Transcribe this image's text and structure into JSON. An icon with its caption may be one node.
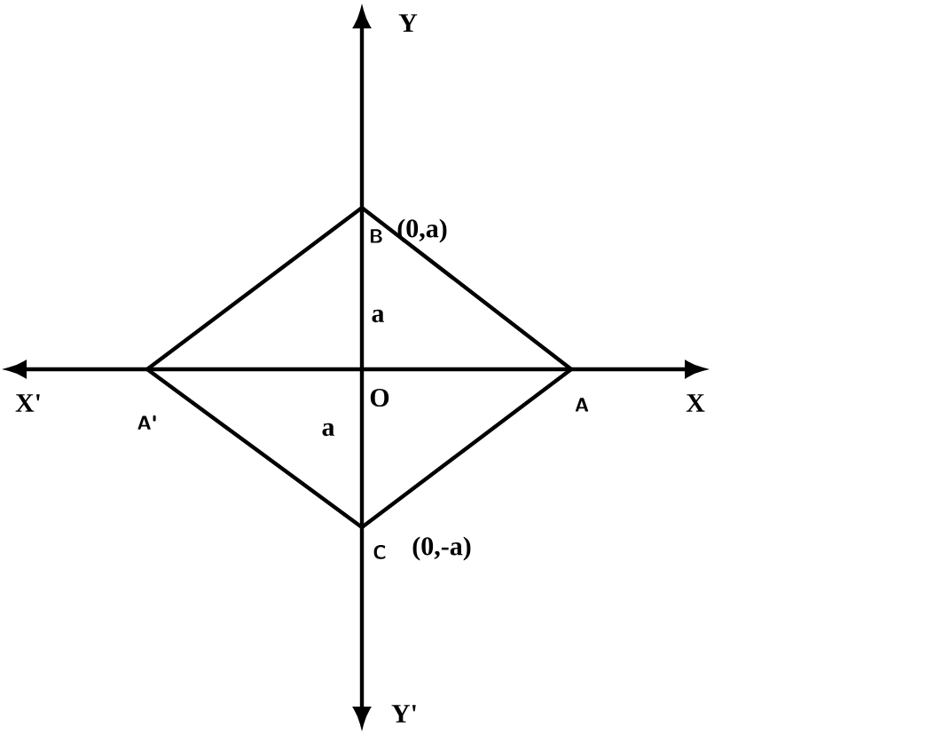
{
  "diagram": {
    "labels": [
      "Y",
      "B",
      "(0,a)",
      "a",
      "X'",
      "O",
      "A",
      "X",
      "A'",
      "a",
      "C",
      "(0,-a)",
      "Y'"
    ]
  }
}
